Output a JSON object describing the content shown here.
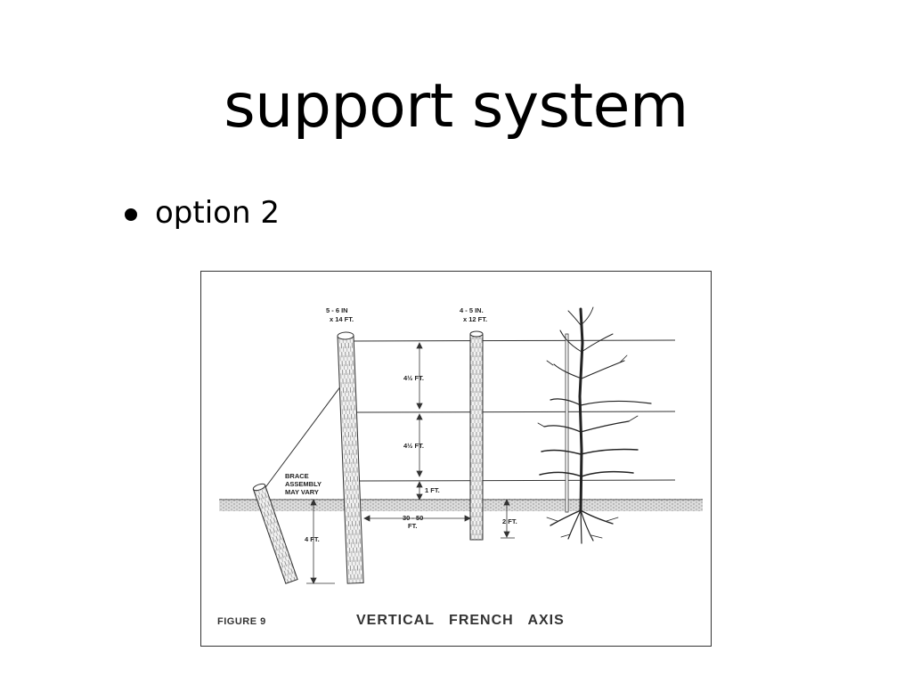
{
  "slide": {
    "title": "support system",
    "bullet": "option 2"
  },
  "figure": {
    "labels": {
      "post_large_size": "5 - 6 IN",
      "post_large_length": "x 14 FT.",
      "post_small_size": "4 - 5 IN.",
      "post_small_length": "x 12 FT.",
      "spacing_top": "4½ FT.",
      "spacing_middle": "4½ FT.",
      "spacing_bottom": "1 FT.",
      "brace_line1": "BRACE",
      "brace_line2": "ASSEMBLY",
      "brace_line3": "MAY VARY",
      "brace_depth": "4 FT.",
      "post_span_line1": "30 - 50",
      "post_span_line2": "FT.",
      "small_post_depth": "2 FT."
    },
    "figure_number": "FIGURE 9",
    "caption": "VERTICAL   FRENCH   AXIS",
    "colors": {
      "ink": "#222222",
      "ground": "#cfcfcf"
    }
  }
}
